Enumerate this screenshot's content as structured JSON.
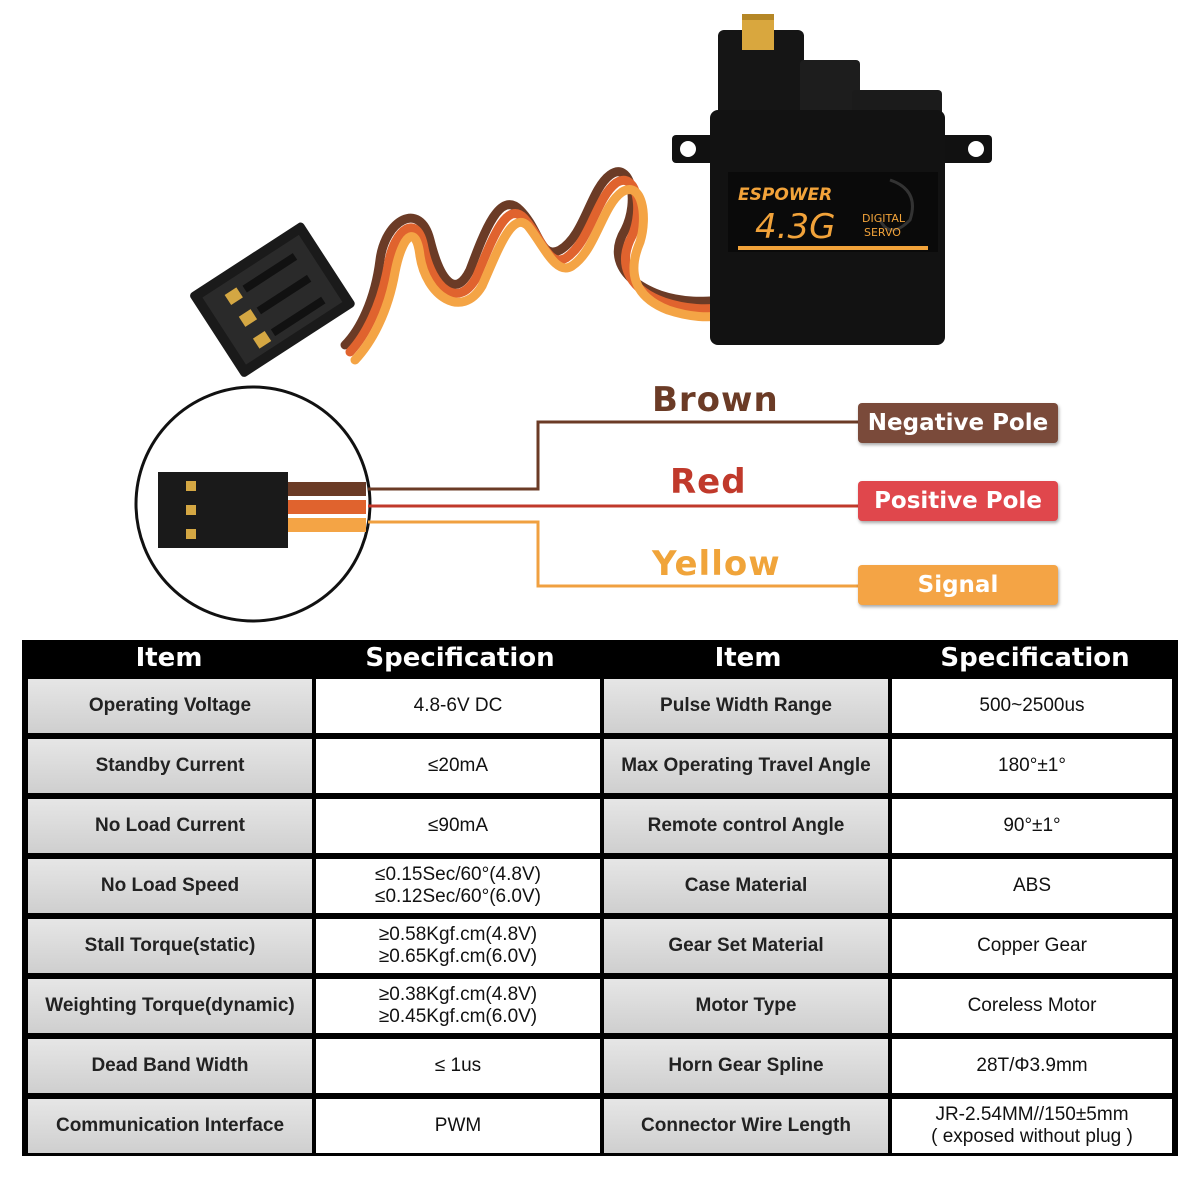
{
  "product": {
    "brand_label": "ESPOWER",
    "model_label": "4.3G",
    "type_label_line1": "DIGITAL",
    "type_label_line2": "SERVO"
  },
  "wiring": {
    "wires": [
      {
        "color_name": "Brown",
        "pole": "Negative Pole",
        "line_color": "#6b3b26",
        "text_color": "#6b3b26",
        "badge_color": "#7a4a3a"
      },
      {
        "color_name": "Red",
        "pole": "Positive Pole",
        "line_color": "#c0392b",
        "text_color": "#c0392b",
        "badge_color": "#e0474c"
      },
      {
        "color_name": "Yellow",
        "pole": "Signal",
        "line_color": "#f0a040",
        "text_color": "#f0a43a",
        "badge_color": "#f4a445"
      }
    ]
  },
  "spec_table": {
    "headers": [
      "Item",
      "Specification",
      "Item",
      "Specification"
    ],
    "rows": [
      {
        "item1": "Operating  Voltage",
        "spec1": [
          "4.8-6V DC"
        ],
        "item2": "Pulse Width Range",
        "spec2": [
          "500~2500us"
        ]
      },
      {
        "item1": "Standby Current",
        "spec1": [
          "≤20mA"
        ],
        "item2": "Max Operating Travel Angle",
        "spec2": [
          "180°±1°"
        ]
      },
      {
        "item1": "No Load Current",
        "spec1": [
          "≤90mA"
        ],
        "item2": "Remote control Angle",
        "spec2": [
          "90°±1°"
        ]
      },
      {
        "item1": "No Load Speed",
        "spec1": [
          "≤0.15Sec/60°(4.8V)",
          "≤0.12Sec/60°(6.0V)"
        ],
        "item2": "Case Material",
        "spec2": [
          "ABS"
        ]
      },
      {
        "item1": "Stall Torque(static)",
        "spec1": [
          "≥0.58Kgf.cm(4.8V)",
          "≥0.65Kgf.cm(6.0V)"
        ],
        "item2": "Gear Set Material",
        "spec2": [
          "Copper Gear"
        ]
      },
      {
        "item1": "Weighting Torque(dynamic)",
        "spec1": [
          "≥0.38Kgf.cm(4.8V)",
          "≥0.45Kgf.cm(6.0V)"
        ],
        "item2": "Motor Type",
        "spec2": [
          "Coreless Motor"
        ]
      },
      {
        "item1": "Dead Band Width",
        "spec1": [
          "≤ 1us"
        ],
        "item2": "Horn Gear Spline",
        "spec2": [
          "28T/Φ3.9mm"
        ]
      },
      {
        "item1": "Communication Interface",
        "spec1": [
          "PWM"
        ],
        "item2": "Connector Wire Length",
        "spec2": [
          "JR-2.54MM//150±5mm",
          "( exposed without plug )"
        ]
      }
    ]
  }
}
